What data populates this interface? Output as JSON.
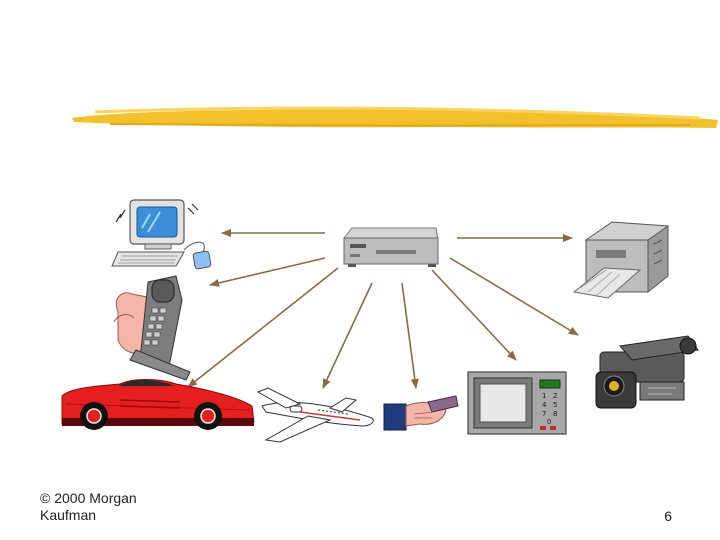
{
  "slide": {
    "footer_copyright_line1": "© 2000 Morgan",
    "footer_copyright_line2": "Kaufman",
    "page_number": "6"
  },
  "colors": {
    "title_bar": "#f2c02a",
    "arrow": "#8a6a45",
    "car_red": "#e51e1e",
    "monitor_blue": "#3a8fd8",
    "device_gray": "#9a9a9a"
  },
  "diagram": {
    "center_node": "embedded-processor-icon",
    "devices": [
      "computer-icon",
      "cell-phone-icon",
      "sports-car-icon",
      "airplane-icon",
      "smart-card-icon",
      "microwave-icon",
      "camcorder-icon",
      "printer-icon"
    ]
  }
}
